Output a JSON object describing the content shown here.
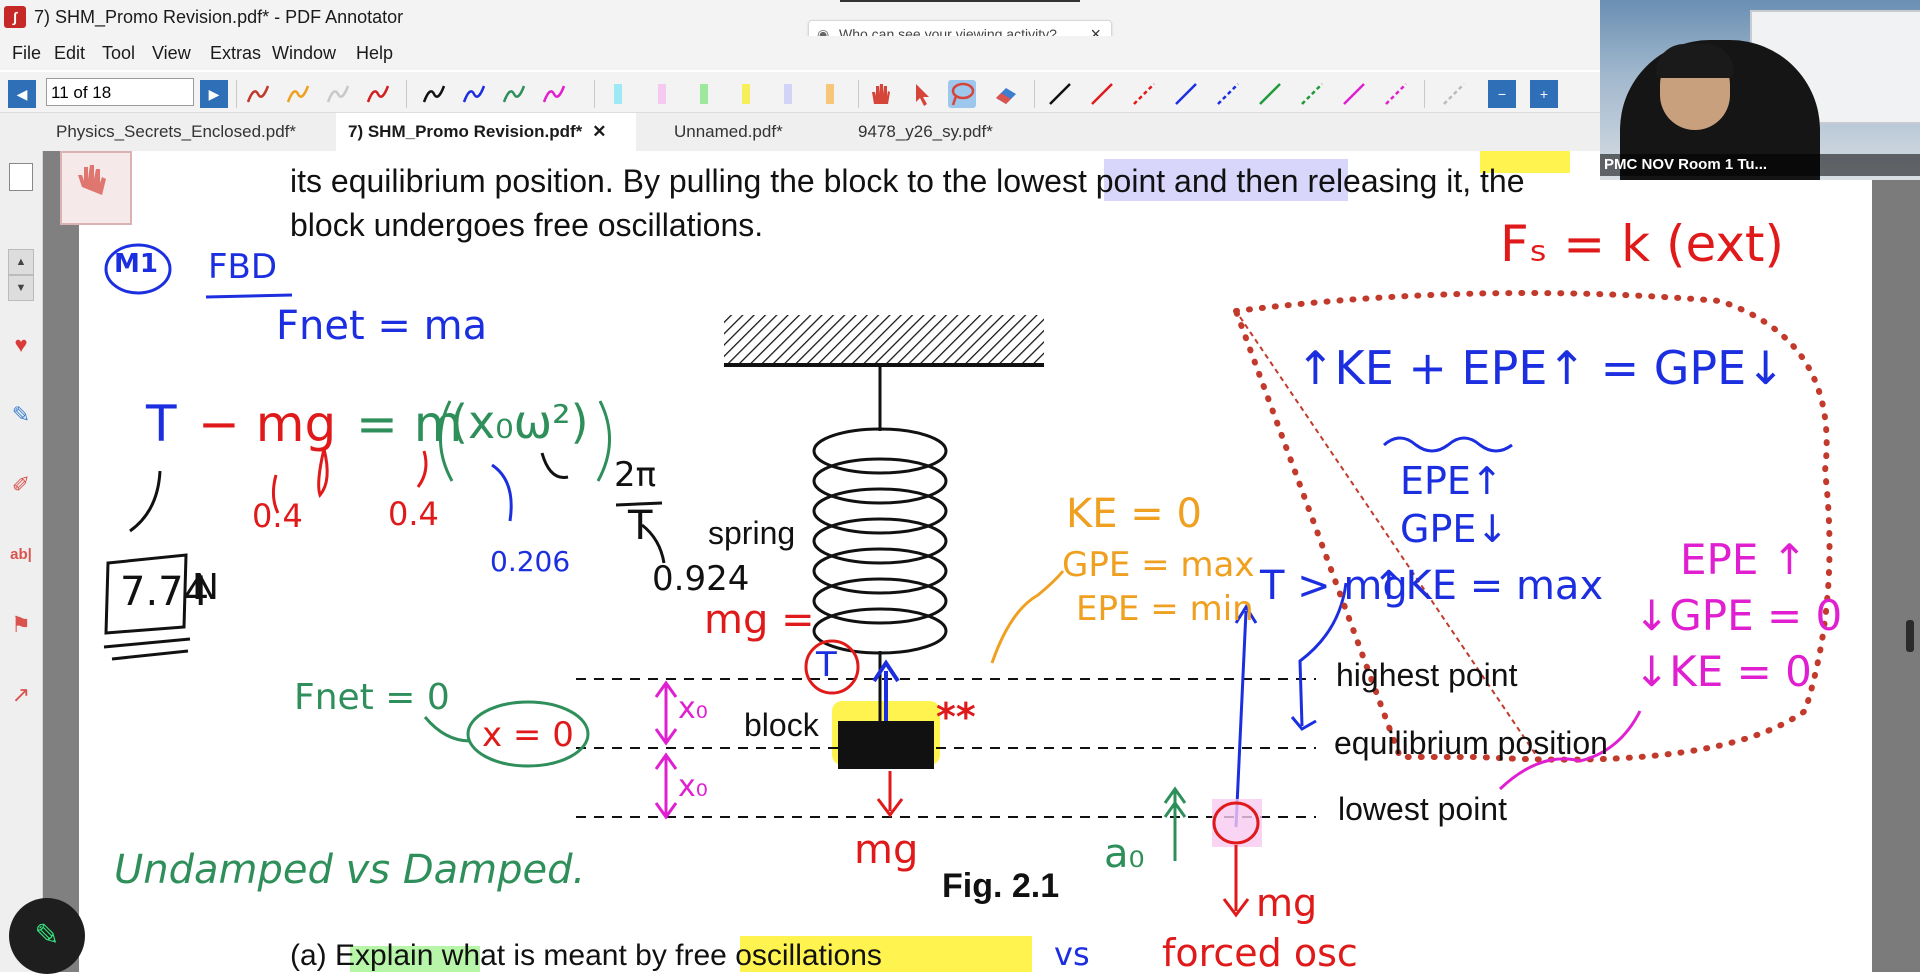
{
  "window": {
    "title": "7) SHM_Promo Revision.pdf* - PDF Annotator",
    "app_icon": "pdf-annotator-icon"
  },
  "notice": {
    "text": "Who can see your viewing activity?",
    "close": "×"
  },
  "menu": [
    "File",
    "Edit",
    "Tool",
    "View",
    "Extras",
    "Window",
    "Help"
  ],
  "toolbar": {
    "page_indicator": "11 of 18",
    "prev": "◀",
    "next": "▶",
    "zoom_out": "−",
    "zoom_in": "+"
  },
  "tabs": [
    {
      "label": "Physics_Secrets_Enclosed.pdf*",
      "active": false
    },
    {
      "label": "7) SHM_Promo Revision.pdf*",
      "active": true,
      "close": "✕"
    },
    {
      "label": "Unnamed.pdf*",
      "active": false
    },
    {
      "label": "9478_y26_sy.pdf*",
      "active": false
    }
  ],
  "webcam": {
    "caption": "PMC NOV Room 1 Tu..."
  },
  "document": {
    "line1": "its equilibrium position. By pulling the block to the lowest point and then releasing it, the",
    "line2": "block undergoes free oscillations.",
    "fig_label": "Fig. 2.1",
    "labels": {
      "spring": "spring",
      "block": "block",
      "highest": "highest point",
      "equilibrium": "equilibrium position",
      "lowest": "lowest point"
    },
    "question": "(a) Explain what is meant by free oscillations"
  },
  "annotations": {
    "m1": "M1",
    "fbd": "FBD",
    "fnet_ma": "Fnet = ma",
    "eq_lhs_T": "T",
    "eq_minus_mg": "− mg",
    "eq_eq_m": "= m",
    "eq_rhs": "(x₀ω²)",
    "v04a": "0.4",
    "v04b": "0.4",
    "v0206": "0.206",
    "two_pi_over_T": "2π",
    "T_denom": "T",
    "v0924": "0.924",
    "mg_eq_T": "mg =",
    "T_circle": "T",
    "result": "7.74",
    "unit_N": "N",
    "fnet_zero": "Fnet = 0",
    "x_zero": "x = 0",
    "x0_top": "x₀",
    "x0_bot": "x₀",
    "mg_block": "mg",
    "stars": "**",
    "undamped": "Undamped vs Damped.",
    "a0": "a₀",
    "mg_bottom": "mg",
    "ke0": "KE = 0",
    "gpe_max": "GPE = max",
    "epe_min": "EPE = min",
    "T_gt_mg": "T > mg",
    "ke_max": "↑KE = max",
    "fs": "Fₛ = k (ext)",
    "energy_eq": "↑KE + EPE↑ = GPE↓",
    "epe_up": "EPE↑",
    "gpe_down": "GPE↓",
    "epe_up_r": "EPE ↑",
    "gpe_0": "↓GPE = 0",
    "ke_0": "↓KE = 0",
    "vs": "vs",
    "forced": "forced osc"
  },
  "colors": {
    "accent": "#2e6fb7",
    "blue_ink": "#1c2fe0",
    "red_ink": "#e01a1a",
    "green_ink": "#2f8f5a",
    "magenta_ink": "#e020d0",
    "orange_ink": "#f0a020",
    "brown_red_ink": "#c23a2c"
  }
}
